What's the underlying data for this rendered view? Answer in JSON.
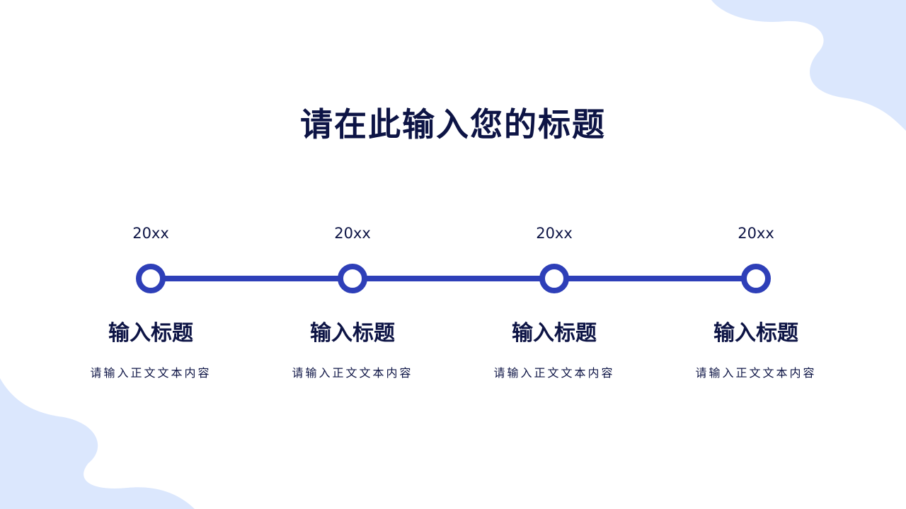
{
  "title": "请在此输入您的标题",
  "colors": {
    "accent": "#2e3fb8",
    "blob": "#dbe7fd",
    "text": "#0d1445"
  },
  "timeline": [
    {
      "year": "20xx",
      "heading": "输入标题",
      "body": "请输入正文文本内容"
    },
    {
      "year": "20xx",
      "heading": "输入标题",
      "body": "请输入正文文本内容"
    },
    {
      "year": "20xx",
      "heading": "输入标题",
      "body": "请输入正文文本内容"
    },
    {
      "year": "20xx",
      "heading": "输入标题",
      "body": "请输入正文文本内容"
    }
  ]
}
